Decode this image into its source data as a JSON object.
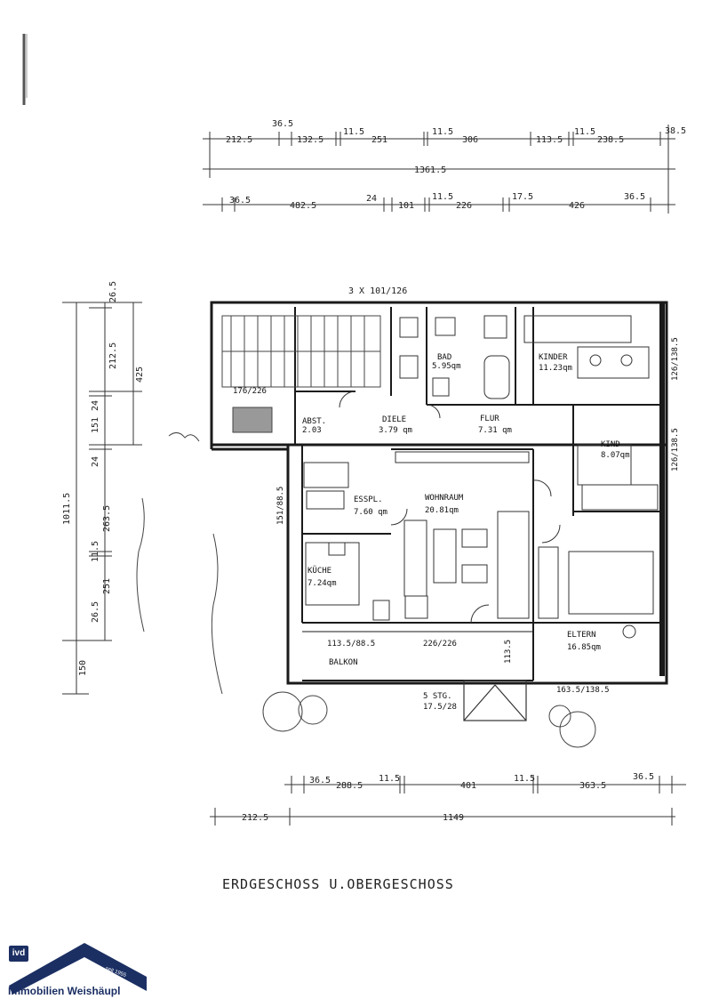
{
  "top_dims_row1": [
    "212.5",
    "36.5",
    "132.5",
    "11.5",
    "251",
    "11.5",
    "306",
    "113.5",
    "11.5",
    "238.5",
    "38.5"
  ],
  "top_total": "1361.5",
  "top_dims_row2": [
    "36.5",
    "482.5",
    "24",
    "101",
    "11.5",
    "226",
    "17.5",
    "426",
    "36.5"
  ],
  "window_note": "3 X 101/126",
  "rooms": {
    "abst": {
      "name": "ABST.",
      "area": "2.03"
    },
    "diele": {
      "name": "DIELE",
      "area": "3.79 qm"
    },
    "bad": {
      "name": "BAD",
      "area": "5.95qm"
    },
    "flur": {
      "name": "FLUR",
      "area": "7.31 qm"
    },
    "kinder": {
      "name": "KINDER",
      "area": "11.23qm"
    },
    "kind": {
      "name": "KIND",
      "area": "8.07qm"
    },
    "esspl": {
      "name": "ESSPL.",
      "area": "7.60 qm"
    },
    "wohnraum": {
      "name": "WOHNRAUM",
      "area": "20.81qm"
    },
    "kueche": {
      "name": "KÜCHE",
      "area": "7.24qm"
    },
    "eltern": {
      "name": "ELTERN",
      "area": "16.85qm"
    },
    "balkon": {
      "name": "BALKON",
      "area": ""
    }
  },
  "opening_labels": {
    "balkon_left": "113.5/88.5",
    "balkon_mid": "226/226",
    "balkon_small": "113.5",
    "eltern_window": "163.5/138.5",
    "esspl_window": "151/88.5",
    "stair_window": "176/226",
    "right_top": "126/138.5",
    "right_mid": "126/138.5"
  },
  "stairs": {
    "label": "5 STG.",
    "dims": "17.5/28"
  },
  "left_dims": [
    "26.5",
    "212.5",
    "425",
    "24",
    "151",
    "24",
    "263.5",
    "1011.5",
    "11.5",
    "251",
    "26.5",
    "150"
  ],
  "bottom_dims_row1": [
    "36.5",
    "288.5",
    "11.5",
    "401",
    "11.5",
    "363.5",
    "36.5"
  ],
  "bottom_dims_row2": [
    "212.5",
    "1149"
  ],
  "title": "ERDGESCHOSS U.OBERGESCHOSS",
  "logo": {
    "badge": "ivd",
    "name": "Immobilien Weishäupl",
    "since": "seit 1955",
    "color": "#1b2f63"
  }
}
